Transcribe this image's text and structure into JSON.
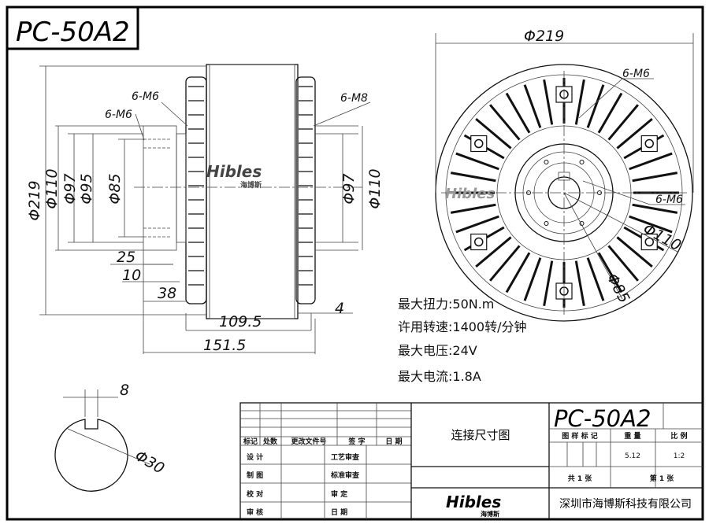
{
  "drawing": {
    "model_label": "PC-50A2",
    "side_view": {
      "dims_vertical": [
        "Φ219",
        "Φ110",
        "Φ97",
        "Φ95",
        "Φ85"
      ],
      "dims_right": [
        "Φ97",
        "Φ110"
      ],
      "thread_labels": [
        "6-M6",
        "6-M6",
        "6-M8"
      ],
      "dims_horizontal": [
        "25",
        "10",
        "38",
        "109.5",
        "151.5",
        "4"
      ],
      "logo": "Hibles",
      "logo_sub": "海博斯"
    },
    "front_view": {
      "outer_dia": "Φ219",
      "thread_top": "6-M6",
      "thread_right": "6-M6",
      "dia_110": "Φ110",
      "dia_85": "Φ85",
      "logo": "Hibles"
    },
    "keyway": {
      "width": "8",
      "dia": "Φ30"
    },
    "specs": [
      "最大扭力:50N.m",
      "许用转速:1400转/分钟",
      "最大电压:24V",
      "最大电流:1.8A"
    ]
  },
  "title_block": {
    "rev_headers": [
      "标记",
      "处数",
      "更改文件号",
      "签 字",
      "日 期"
    ],
    "rows": [
      {
        "a": "设 计",
        "b": "工艺审查"
      },
      {
        "a": "制 图",
        "b": "标准审查"
      },
      {
        "a": "校 对",
        "b": "审 定"
      },
      {
        "a": "审 核",
        "b": "日 期"
      }
    ],
    "drawing_name": "连接尺寸图",
    "model": "PC-50A2",
    "headers": [
      "图 样 标 记",
      "重 量",
      "比 例"
    ],
    "weight": "5.12",
    "scale": "1:2",
    "total_sheets": "共 1 张",
    "sheet_no": "第 1 张",
    "logo": "Hibles",
    "logo_sub": "海博斯",
    "company": "深圳市海博斯科技有限公司"
  }
}
